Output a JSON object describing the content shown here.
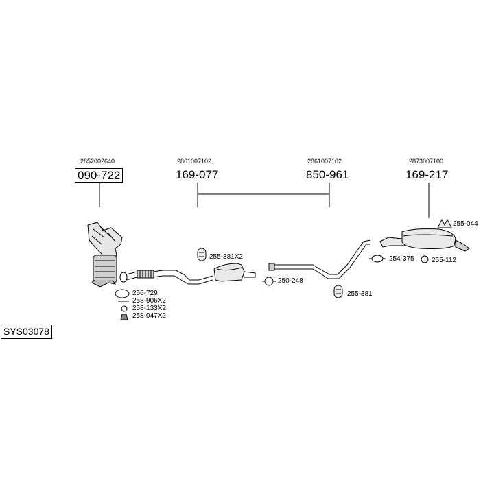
{
  "system_code": "SYS03078",
  "main_parts": [
    {
      "oem": "2852002640",
      "part": "090-722"
    },
    {
      "oem": "2861007102",
      "part": "169-077"
    },
    {
      "oem": "2861007102",
      "part": "850-961"
    },
    {
      "oem": "2873007100",
      "part": "169-217"
    }
  ],
  "accessories": [
    {
      "label": "256-729",
      "icon": "gasket-ring-icon"
    },
    {
      "label": "258-906X2",
      "icon": "bolt-icon"
    },
    {
      "label": "258-133X2",
      "icon": "washer-icon"
    },
    {
      "label": "258-047X2",
      "icon": "nut-icon"
    },
    {
      "label": "255-381X2",
      "icon": "rubber-hanger-icon"
    },
    {
      "label": "250-248",
      "icon": "clamp-icon"
    },
    {
      "label": "255-381",
      "icon": "rubber-hanger-icon"
    },
    {
      "label": "255-044",
      "icon": "rubber-mount-icon"
    },
    {
      "label": "254-375",
      "icon": "clamp-icon"
    },
    {
      "label": "255-112",
      "icon": "rubber-ring-icon"
    }
  ],
  "colors": {
    "line": "#000000",
    "part_fill": "#ffffff",
    "part_shade": "#bdbdbd"
  }
}
